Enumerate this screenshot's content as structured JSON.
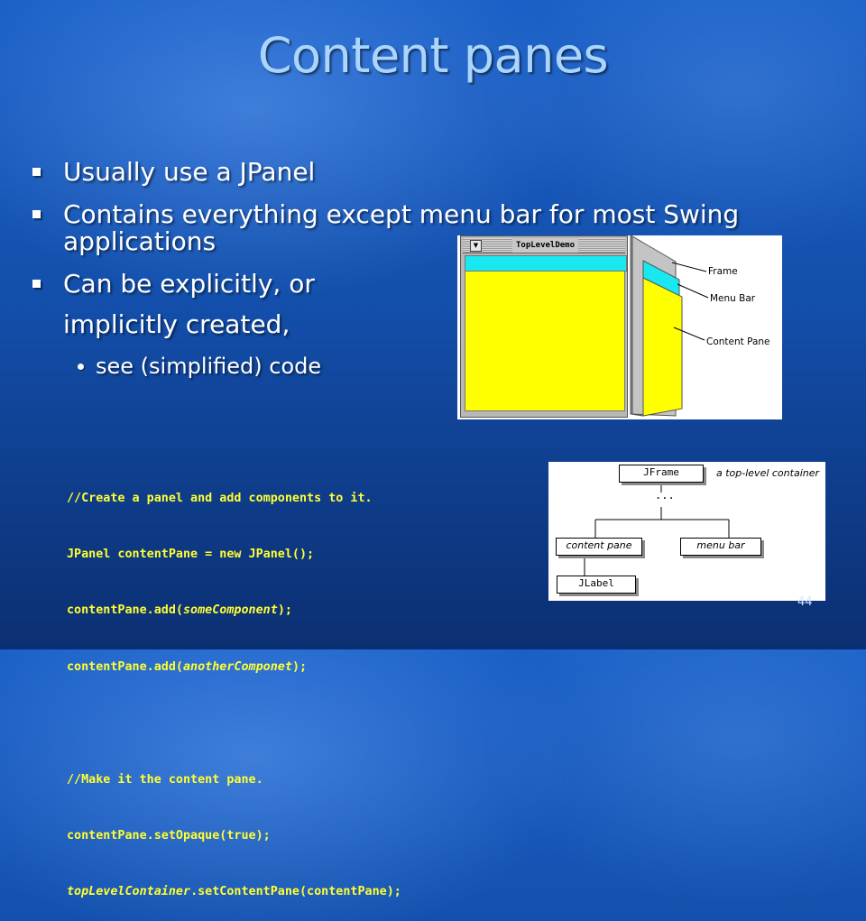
{
  "slide": {
    "title": "Content panes",
    "page_number": "44"
  },
  "bullets": [
    {
      "text": "Usually use a JPanel"
    },
    {
      "text": "Contains everything except menu bar for most Swing applications"
    },
    {
      "text": "Can be explicitly, or"
    },
    {
      "text": "implicitly created,"
    }
  ],
  "sub_bullets": [
    {
      "text": "see (simplified) code"
    }
  ],
  "figure_top": {
    "window_title": "TopLevelDemo",
    "labels": {
      "frame": "Frame",
      "menu_bar": "Menu Bar",
      "content_pane": "Content Pane"
    }
  },
  "code": {
    "line1": "//Create a panel and add components to it.",
    "line2": "JPanel contentPane = new JPanel();",
    "line3_prefix": "contentPane.add(",
    "line3_italic": "someComponent",
    "line3_suffix": ");",
    "line4_prefix": "contentPane.add(",
    "line4_italic": "anotherComponet",
    "line4_suffix": ");",
    "line5": "//Make it the content pane.",
    "line6": "contentPane.setOpaque(true);",
    "line7_italic": "topLevelContainer",
    "line7_suffix": ".setContentPane(contentPane);"
  },
  "figure_tree": {
    "root": "JFrame",
    "root_note": "a top-level container",
    "ellipsis": "...",
    "left_child": "content pane",
    "right_child": "menu bar",
    "leaf": "JLabel"
  },
  "colors": {
    "title": "#a9d5ff",
    "code": "#ffff33",
    "menu_bar": "#19e8f0",
    "content_pane": "#ffff00"
  }
}
